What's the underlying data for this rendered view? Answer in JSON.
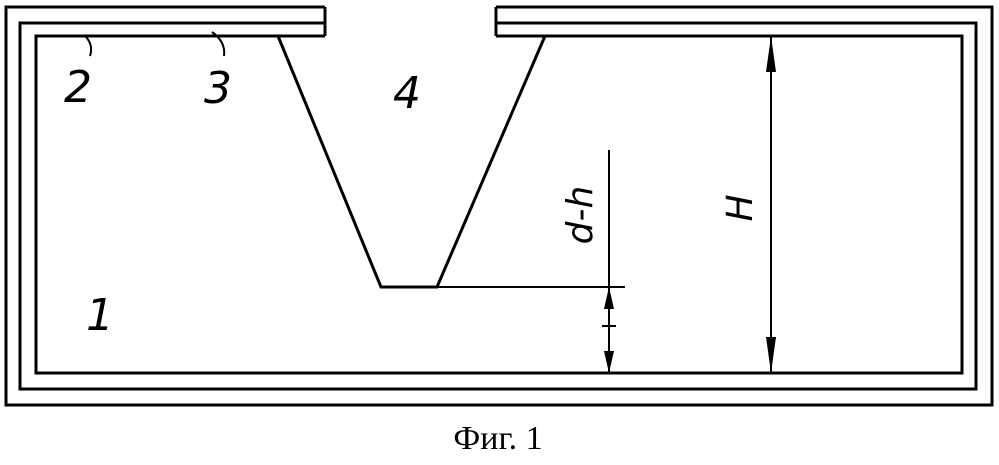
{
  "figure": {
    "caption": "Фиг. 1",
    "part_labels": {
      "p1": "1",
      "p2": "2",
      "p3": "3",
      "p4": "4"
    },
    "dimensions": {
      "depth_label": "d-h",
      "height_label": "H"
    }
  }
}
